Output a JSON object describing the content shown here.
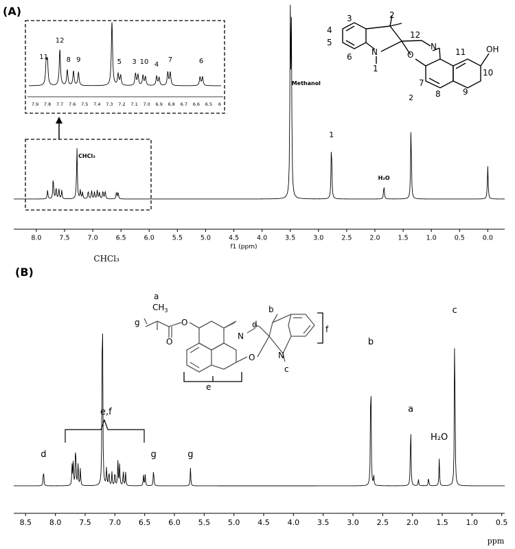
{
  "chart_data": [
    {
      "panel_label": "(A)",
      "type": "line",
      "xlabel": "f1 (ppm)",
      "xlim": [
        8.4,
        -0.3
      ],
      "x_reversed": true,
      "x_ticks": [
        "8.0",
        "7.5",
        "7.0",
        "6.5",
        "6.0",
        "5.5",
        "5.0",
        "4.5",
        "4.0",
        "3.5",
        "3.0",
        "2.5",
        "2.0",
        "1.5",
        "1.0",
        "0.5",
        "0.0"
      ],
      "peaks": [
        {
          "ppm": 7.8,
          "height": 0.05
        },
        {
          "ppm": 7.7,
          "height": 0.13
        },
        {
          "ppm": 7.65,
          "height": 0.07
        },
        {
          "ppm": 7.6,
          "height": 0.06
        },
        {
          "ppm": 7.55,
          "height": 0.05
        },
        {
          "ppm": 7.28,
          "height": 0.3
        },
        {
          "ppm": 7.22,
          "height": 0.05
        },
        {
          "ppm": 7.18,
          "height": 0.04
        },
        {
          "ppm": 7.08,
          "height": 0.05
        },
        {
          "ppm": 7.02,
          "height": 0.05
        },
        {
          "ppm": 6.97,
          "height": 0.04
        },
        {
          "ppm": 6.92,
          "height": 0.05
        },
        {
          "ppm": 6.88,
          "height": 0.04
        },
        {
          "ppm": 6.82,
          "height": 0.05
        },
        {
          "ppm": 6.78,
          "height": 0.05
        },
        {
          "ppm": 6.58,
          "height": 0.04
        },
        {
          "ppm": 6.55,
          "height": 0.04
        },
        {
          "ppm": 3.5,
          "height": 1.0
        },
        {
          "ppm": 3.48,
          "height": 0.92
        },
        {
          "ppm": 2.77,
          "height": 0.34
        },
        {
          "ppm": 1.84,
          "height": 0.08
        },
        {
          "ppm": 1.36,
          "height": 0.43
        },
        {
          "ppm": 0.0,
          "height": 0.19
        }
      ],
      "peak_labels": [
        {
          "text": "Methanol",
          "ppm": 3.5
        },
        {
          "text": "1",
          "ppm": 2.77
        },
        {
          "text": "H₂O",
          "ppm": 1.84
        },
        {
          "text": "2",
          "ppm": 1.36
        },
        {
          "text": "CHCl₃",
          "ppm": 7.28
        }
      ],
      "inset": {
        "x_ticks": [
          "7.9",
          "7.8",
          "7.7",
          "7.6",
          "7.5",
          "7.4",
          "7.3",
          "7.2",
          "7.1",
          "7.0",
          "6.9",
          "6.8",
          "6.7",
          "6.6",
          "6.5",
          "6"
        ],
        "xlim": [
          7.95,
          6.4
        ],
        "peaks": [
          {
            "ppm": 7.81,
            "height": 0.34
          },
          {
            "ppm": 7.8,
            "height": 0.34
          },
          {
            "ppm": 7.7,
            "height": 0.55
          },
          {
            "ppm": 7.64,
            "height": 0.24
          },
          {
            "ppm": 7.59,
            "height": 0.22
          },
          {
            "ppm": 7.55,
            "height": 0.2
          },
          {
            "ppm": 7.28,
            "height": 0.97
          },
          {
            "ppm": 7.23,
            "height": 0.17
          },
          {
            "ppm": 7.21,
            "height": 0.15
          },
          {
            "ppm": 7.09,
            "height": 0.18
          },
          {
            "ppm": 7.07,
            "height": 0.16
          },
          {
            "ppm": 7.03,
            "height": 0.15
          },
          {
            "ppm": 7.01,
            "height": 0.13
          },
          {
            "ppm": 6.92,
            "height": 0.14
          },
          {
            "ppm": 6.9,
            "height": 0.12
          },
          {
            "ppm": 6.83,
            "height": 0.2
          },
          {
            "ppm": 6.81,
            "height": 0.2
          },
          {
            "ppm": 6.57,
            "height": 0.13
          },
          {
            "ppm": 6.55,
            "height": 0.13
          }
        ],
        "labels": [
          {
            "text": "11",
            "ppm": 7.83
          },
          {
            "text": "12",
            "ppm": 7.7
          },
          {
            "text": "8",
            "ppm": 7.63
          },
          {
            "text": "9",
            "ppm": 7.55
          },
          {
            "text": "5",
            "ppm": 7.22
          },
          {
            "text": "3",
            "ppm": 7.1
          },
          {
            "text": "10",
            "ppm": 7.02
          },
          {
            "text": "4",
            "ppm": 6.92
          },
          {
            "text": "7",
            "ppm": 6.81
          },
          {
            "text": "6",
            "ppm": 6.56
          }
        ]
      },
      "structure_labels": [
        "3",
        "4",
        "5",
        "6",
        "2",
        "12",
        "N",
        "O",
        "N",
        "1",
        "11",
        "OH",
        "10",
        "7",
        "8",
        "9"
      ]
    },
    {
      "panel_label": "(B)",
      "type": "line",
      "xlabel": "ppm",
      "xlim": [
        8.7,
        0.45
      ],
      "x_reversed": true,
      "x_ticks": [
        "8.5",
        "8.0",
        "7.5",
        "7.0",
        "6.5",
        "6.0",
        "5.5",
        "5.0",
        "4.5",
        "4.0",
        "3.5",
        "3.0",
        "2.5",
        "2.0",
        "1.5",
        "1.0",
        "0.5"
      ],
      "peaks": [
        {
          "ppm": 8.2,
          "height": 0.08
        },
        {
          "ppm": 7.72,
          "height": 0.09
        },
        {
          "ppm": 7.7,
          "height": 0.1
        },
        {
          "ppm": 7.66,
          "height": 0.21
        },
        {
          "ppm": 7.62,
          "height": 0.1
        },
        {
          "ppm": 7.58,
          "height": 0.08
        },
        {
          "ppm": 7.21,
          "height": 1.0
        },
        {
          "ppm": 7.14,
          "height": 0.08
        },
        {
          "ppm": 7.1,
          "height": 0.07
        },
        {
          "ppm": 7.05,
          "height": 0.06
        },
        {
          "ppm": 7.0,
          "height": 0.07
        },
        {
          "ppm": 6.95,
          "height": 0.11
        },
        {
          "ppm": 6.92,
          "height": 0.1
        },
        {
          "ppm": 6.86,
          "height": 0.07
        },
        {
          "ppm": 6.82,
          "height": 0.06
        },
        {
          "ppm": 6.52,
          "height": 0.05
        },
        {
          "ppm": 6.49,
          "height": 0.05
        },
        {
          "ppm": 6.35,
          "height": 0.08
        },
        {
          "ppm": 5.73,
          "height": 0.08
        },
        {
          "ppm": 2.7,
          "height": 0.59
        },
        {
          "ppm": 2.65,
          "height": 0.04
        },
        {
          "ppm": 2.03,
          "height": 0.3
        },
        {
          "ppm": 1.9,
          "height": 0.03
        },
        {
          "ppm": 1.73,
          "height": 0.04
        },
        {
          "ppm": 1.55,
          "height": 0.12
        },
        {
          "ppm": 1.29,
          "height": 0.8
        }
      ],
      "peak_labels": [
        {
          "text": "CHCl₃",
          "ppm": 7.21
        },
        {
          "text": "d",
          "ppm": 8.2
        },
        {
          "text": "e,f",
          "ppm": 7.15
        },
        {
          "text": "g",
          "ppm": 6.35
        },
        {
          "text": "g",
          "ppm": 5.73
        },
        {
          "text": "b",
          "ppm": 2.7
        },
        {
          "text": "a",
          "ppm": 2.03
        },
        {
          "text": "H₂O",
          "ppm": 1.55
        },
        {
          "text": "c",
          "ppm": 1.29
        }
      ],
      "structure_labels": [
        "a",
        "b",
        "c",
        "d",
        "e",
        "f",
        "g",
        "N",
        "O",
        "N",
        "O",
        "O"
      ]
    }
  ]
}
